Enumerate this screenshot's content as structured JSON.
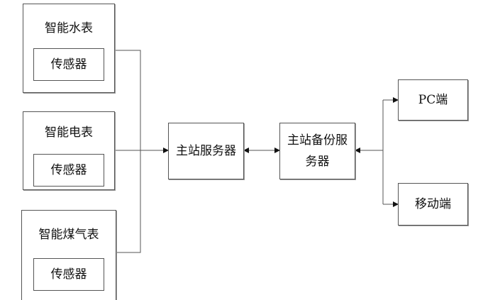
{
  "meters": [
    {
      "title": "智能水表",
      "sensor": "传感器"
    },
    {
      "title": "智能电表",
      "sensor": "传感器"
    },
    {
      "title": "智能煤气表",
      "sensor": "传感器"
    }
  ],
  "main_server": "主站服务器",
  "backup_server": "主站备份服务器",
  "clients": {
    "pc": "PC端",
    "mobile": "移动端"
  }
}
